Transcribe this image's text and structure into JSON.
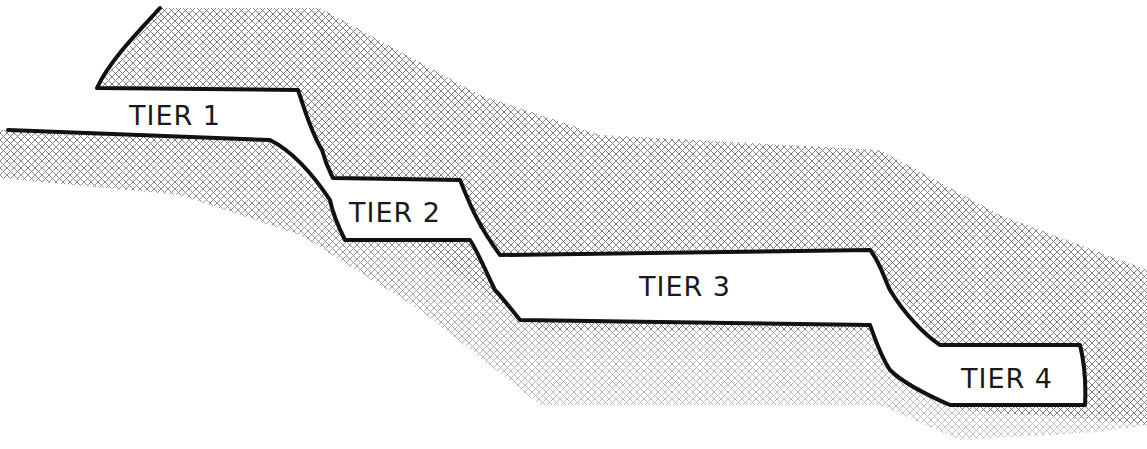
{
  "diagram": {
    "nodes": [
      {
        "text": [
          "TIER 1"
        ]
      },
      {
        "text": [
          "TIER 2"
        ]
      },
      {
        "text": [
          "TIER 3"
        ]
      },
      {
        "text": [
          "TIER 4"
        ]
      }
    ]
  }
}
